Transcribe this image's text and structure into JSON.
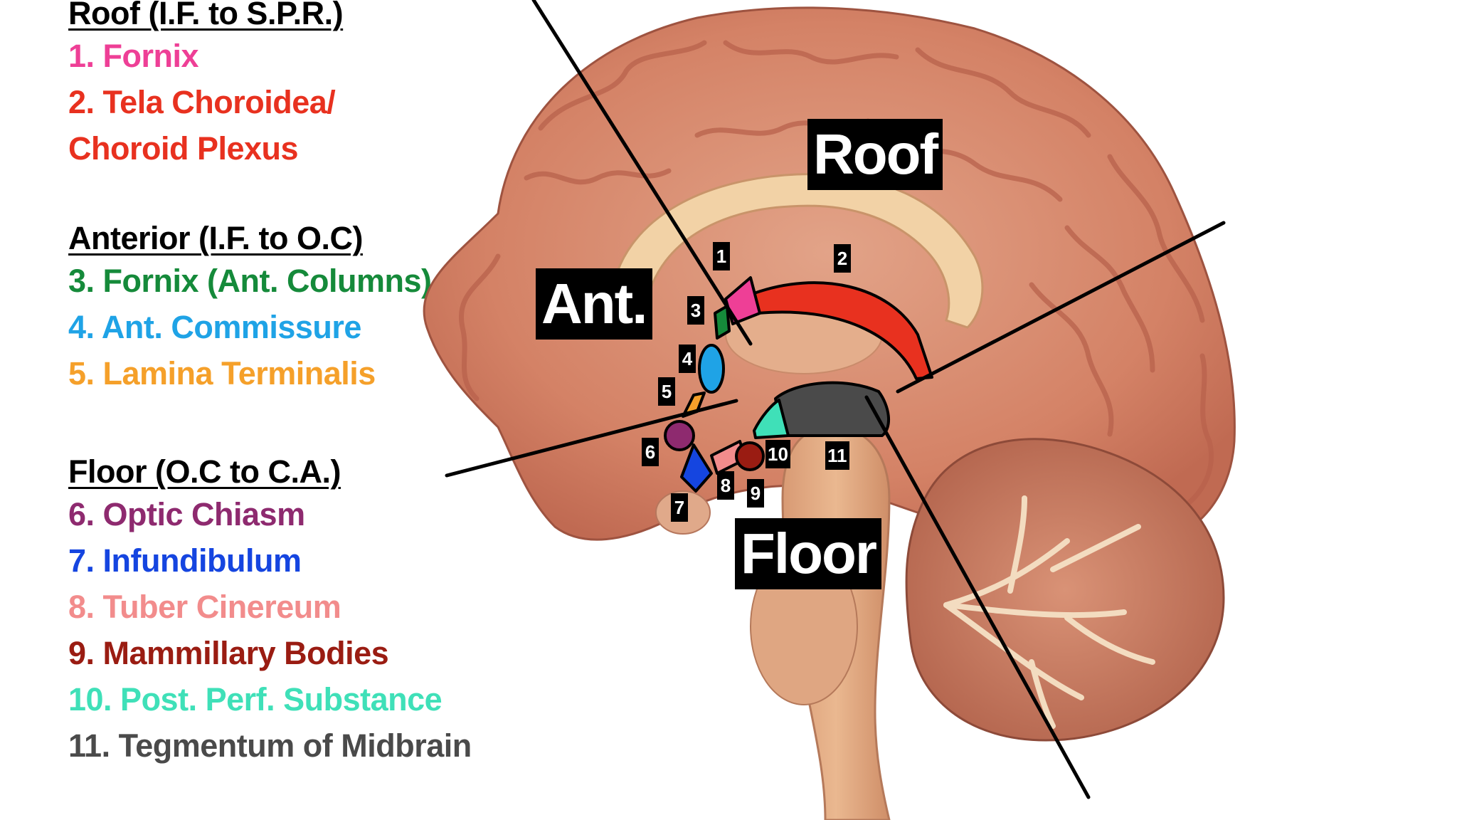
{
  "legend": {
    "roof": {
      "heading": "Roof (I.F. to S.P.R.)",
      "items": [
        {
          "text": "1. Fornix",
          "color": "#ee3f96"
        },
        {
          "text": "2. Tela Choroidea/",
          "color": "#e8311f"
        },
        {
          "text": "Choroid Plexus",
          "color": "#e8311f"
        }
      ]
    },
    "anterior": {
      "heading": "Anterior (I.F. to O.C)",
      "items": [
        {
          "text": "3. Fornix (Ant. Columns)",
          "color": "#158a3a"
        },
        {
          "text": "4. Ant. Commissure",
          "color": "#1fa3e6"
        },
        {
          "text": "5. Lamina Terminalis",
          "color": "#f5a02a"
        }
      ]
    },
    "floor": {
      "heading": "Floor (O.C to C.A.)",
      "items": [
        {
          "text": "6. Optic Chiasm",
          "color": "#8e2a6f"
        },
        {
          "text": "7. Infundibulum",
          "color": "#1545e0"
        },
        {
          "text": "8. Tuber Cinereum",
          "color": "#f28c8c"
        },
        {
          "text": "9. Mammillary Bodies",
          "color": "#9a1c12"
        },
        {
          "text": "10. Post. Perf. Substance",
          "color": "#3fe0b8"
        },
        {
          "text": "11. Tegmentum of Midbrain",
          "color": "#4a4a4a"
        }
      ]
    }
  },
  "regions": {
    "roof": "Roof",
    "anterior": "Ant.",
    "floor": "Floor"
  },
  "markers": [
    "1",
    "2",
    "3",
    "4",
    "5",
    "6",
    "7",
    "8",
    "9",
    "10",
    "11"
  ],
  "structure_colors": {
    "fornix": "#ee3f96",
    "tela_choroidea": "#e8311f",
    "fornix_ant_columns": "#158a3a",
    "ant_commissure": "#1fa3e6",
    "lamina_terminalis": "#f5a02a",
    "optic_chiasm": "#8e2a6f",
    "infundibulum": "#1545e0",
    "tuber_cinereum": "#f28c8c",
    "mammillary_bodies": "#9a1c12",
    "post_perf_substance": "#3fe0b8",
    "tegmentum": "#4a4a4a"
  }
}
